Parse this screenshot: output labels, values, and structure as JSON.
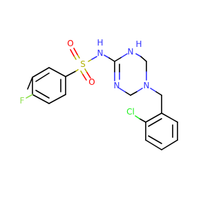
{
  "molecule": {
    "atoms": {
      "fluorine": "F",
      "sulfur": "S",
      "oxygen_top": "O",
      "oxygen_bottom": "O",
      "amide_nitrogen": "N",
      "amide_hydrogen": "H",
      "ring_nh_nitrogen": "N",
      "ring_nh_hydrogen": "H",
      "ring_imine_nitrogen": "N",
      "ring_benzyl_nitrogen": "N",
      "chlorine": "Cl"
    },
    "colors": {
      "carbon_bond": "#000000",
      "nitrogen": "#3333ff",
      "oxygen": "#ff0000",
      "sulfur": "#b2b200",
      "fluorine": "#90e050",
      "chlorine": "#1ff01f",
      "background": "#ffffff"
    }
  }
}
